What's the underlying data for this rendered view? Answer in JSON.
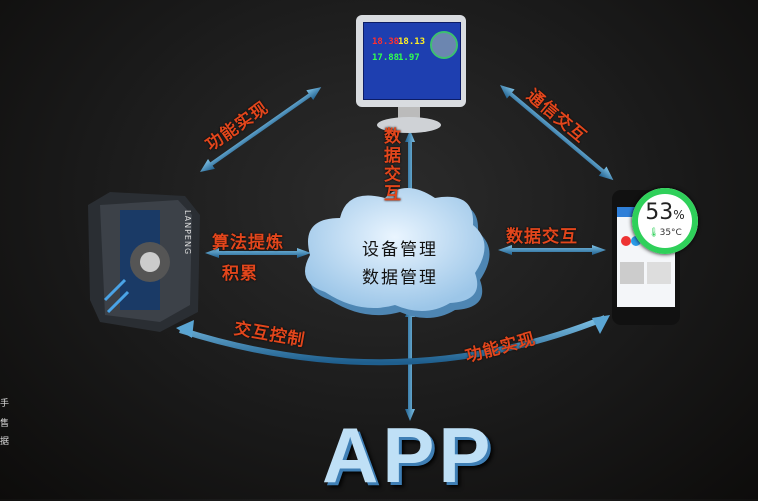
{
  "center": {
    "line1": "设备管理",
    "line2": "数据管理"
  },
  "labels": {
    "top_left": "功能实现",
    "top_right": "通信交互",
    "vertical_top": "数据交互",
    "left_top": "算法提炼",
    "left_bottom": "积累",
    "right": "数据交互",
    "bottom_left": "交互控制",
    "bottom_right": "功能实现"
  },
  "app_label": "APP",
  "machine_brand": "LANPENG",
  "monitor_values": [
    "18.38",
    "18.13",
    "17.88",
    "1.97"
  ],
  "phone_gauge": {
    "humidity_percent": "53",
    "percent_sign": "%",
    "temperature": "35°C"
  },
  "side_text": [
    "手",
    "售",
    "据"
  ],
  "colors": {
    "label": "#e2461c",
    "arrow": "#3b86b8",
    "gauge": "#2fd05a",
    "app": "#bfe0f6"
  }
}
